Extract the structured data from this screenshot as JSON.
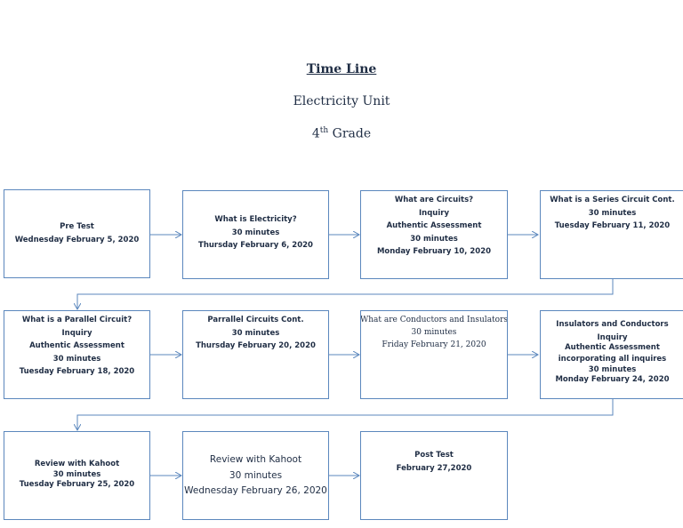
{
  "header": {
    "title": "Time Line",
    "subtitle": "Electricity Unit",
    "grade_number": "4",
    "grade_suffix": "th",
    "grade_word": "Grade"
  },
  "timeline": [
    {
      "lines": [
        "Pre Test",
        "Wednesday February 5, 2020"
      ]
    },
    {
      "lines": [
        "What is Electricity?",
        "30  minutes",
        "Thursday February 6, 2020"
      ]
    },
    {
      "lines": [
        "What are Circuits?",
        "Inquiry",
        "Authentic Assessment",
        "30 minutes",
        "Monday February 10, 2020"
      ]
    },
    {
      "lines": [
        "What is a Series Circuit Cont.",
        "30 minutes",
        "Tuesday February 11, 2020"
      ]
    },
    {
      "lines": [
        "What is a Parallel Circuit?",
        "Inquiry",
        "Authentic Assessment",
        "30 minutes",
        "Tuesday February 18, 2020"
      ]
    },
    {
      "lines": [
        "Parrallel Circuits Cont.",
        "30 minutes",
        "Thursday February 20, 2020"
      ]
    },
    {
      "lines": [
        "What are Conductors and Insulators",
        "30 minutes",
        "Friday February 21, 2020"
      ]
    },
    {
      "lines": [
        "Insulators and Conductors",
        "Inquiry",
        "Authentic Assessment",
        "incorporating all inquires",
        "30 minutes",
        "Monday February 24, 2020"
      ]
    },
    {
      "lines": [
        "Review with Kahoot",
        "30 minutes",
        "Tuesday February 25, 2020"
      ]
    },
    {
      "lines": [
        "Review with Kahoot",
        "30 minutes",
        "Wednesday February 26, 2020"
      ]
    },
    {
      "lines": [
        "Post Test",
        "February 27,2020"
      ]
    }
  ]
}
